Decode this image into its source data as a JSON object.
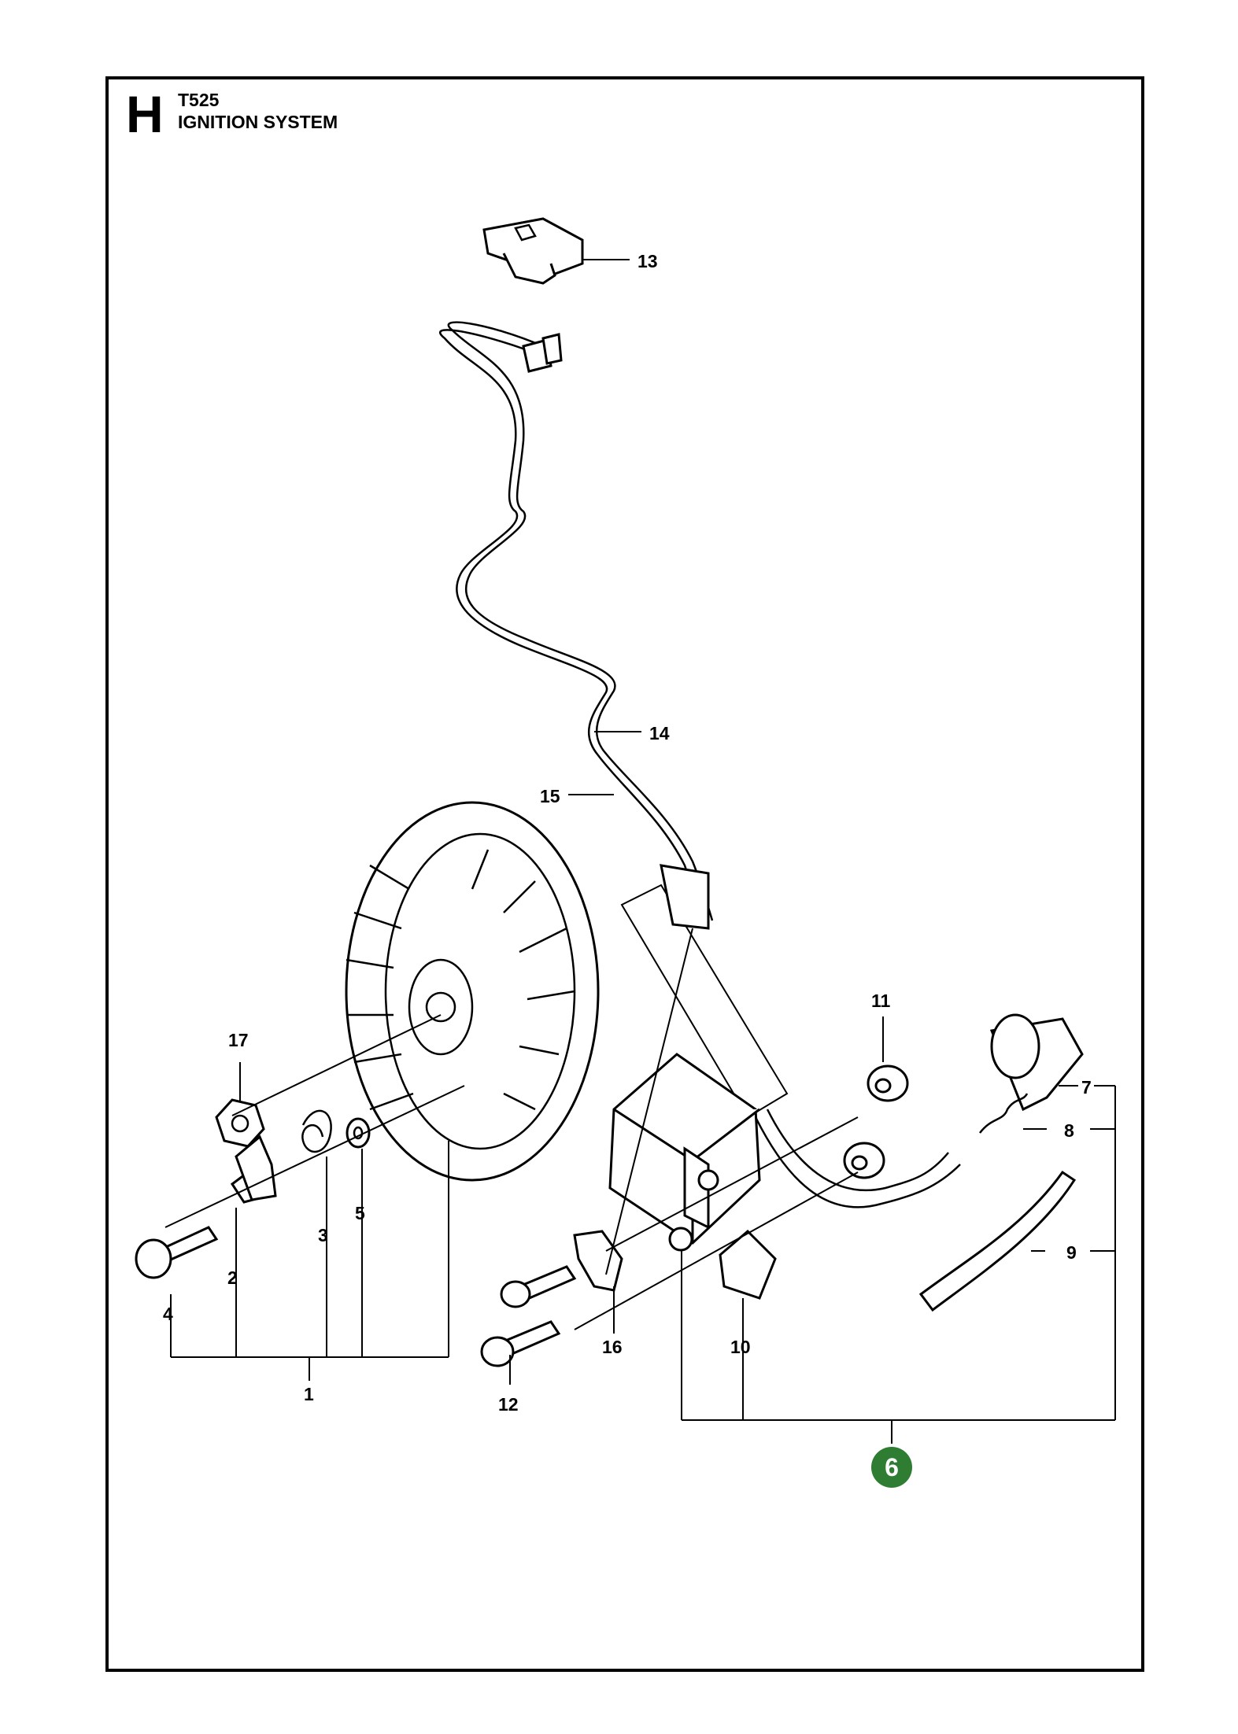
{
  "header": {
    "section_letter": "H",
    "model": "T525",
    "title": "IGNITION SYSTEM"
  },
  "callouts": [
    "1",
    "2",
    "3",
    "4",
    "5",
    "6",
    "7",
    "8",
    "9",
    "10",
    "11",
    "12",
    "13",
    "14",
    "15",
    "16",
    "17"
  ],
  "highlight_color": "#2e7d32"
}
